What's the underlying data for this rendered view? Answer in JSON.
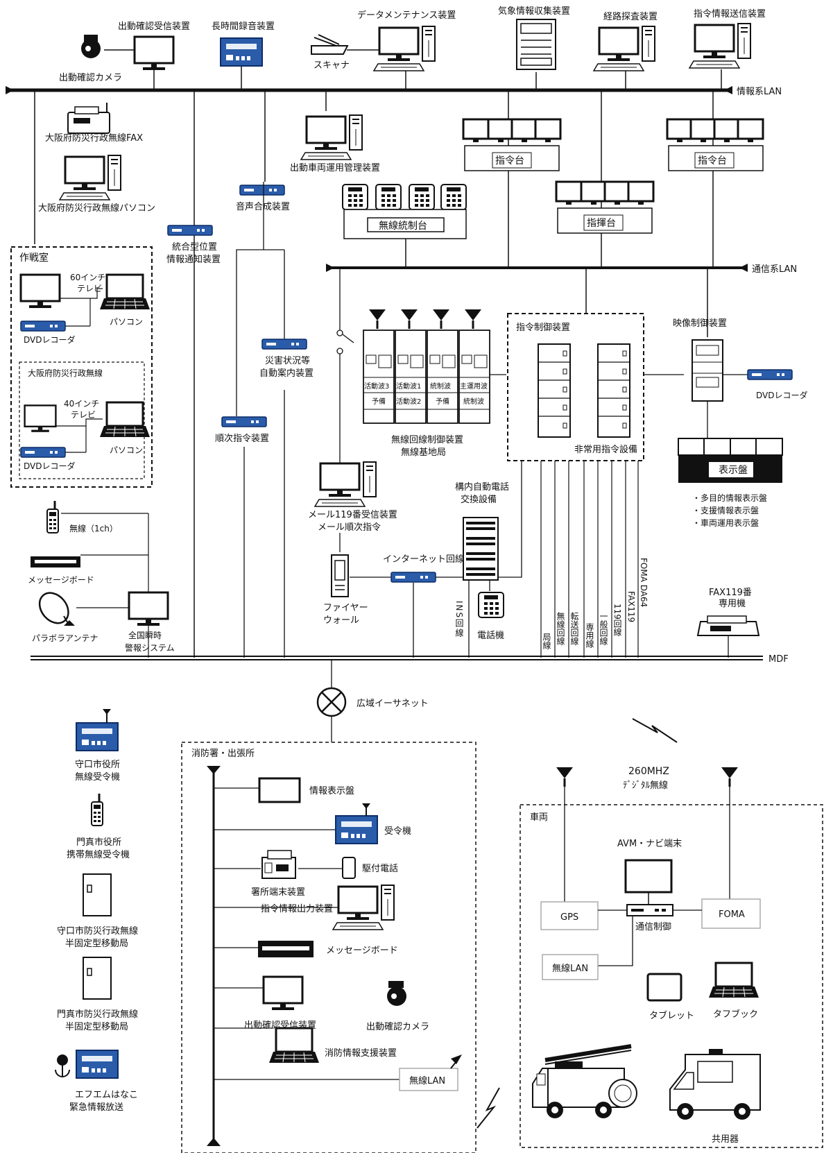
{
  "lan": {
    "info": "情報系LAN",
    "comm": "通信系LAN",
    "mdf": "MDF",
    "wide": "広域イーサネット"
  },
  "top": {
    "camera": "出動確認カメラ",
    "dispatch_receiver": "出動確認受信装置",
    "long_recorder": "長時間録音装置",
    "data_maintenance": "データメンテナンス装置",
    "scanner": "スキャナ",
    "weather": "気象情報収集装置",
    "route": "経路探査装置",
    "command_sender": "指令情報送信装置"
  },
  "mid": {
    "osaka_fax": "大阪府防災行政無線FAX",
    "osaka_pc": "大阪府防災行政無線パソコン",
    "integrated_position_1": "統合型位置",
    "integrated_position_2": "情報通知装置",
    "voice_synth": "音声合成装置",
    "vehicle_mgmt": "出動車両運用管理装置",
    "radio_console": "無線統制台",
    "command_desk": "指令台",
    "command_desk2": "指令台",
    "commander_desk": "指揮台"
  },
  "ops": {
    "title": "作戦室",
    "tv60_1": "60インチ",
    "tv60_2": "テレビ",
    "pc": "パソコン",
    "dvd": "DVDレコーダ",
    "osaka_title": "大阪府防災行政無線",
    "tv40_1": "40インチ",
    "tv40_2": "テレビ",
    "pc2": "パソコン",
    "dvd2": "DVDレコーダ"
  },
  "radio": {
    "auto_guide_1": "災害状況等",
    "auto_guide_2": "自動案内装置",
    "sequential": "順次指令装置",
    "rack_labels": [
      "活動波3",
      "活動波1",
      "統制波",
      "主運用波"
    ],
    "rack_sub": [
      "予備",
      "活動波2",
      "予備",
      "統制波"
    ],
    "control_1": "無線回線制御装置",
    "control_2": "無線基地局",
    "command_control": "指令制御装置",
    "emergency": "非常用指令設備",
    "video_control": "映像制御装置",
    "dvd": "DVDレコーダ",
    "display": "表示盤",
    "display_items": [
      "・多目的情報表示盤",
      "・支援情報表示盤",
      "・車両運用表示盤"
    ]
  },
  "phone": {
    "mail_1": "メール119番受信装置",
    "mail_2": "メール順次指令",
    "pbx_1": "構内自動電話",
    "pbx_2": "交換設備",
    "internet": "インターネット回線",
    "firewall_1": "ファイヤー",
    "firewall_2": "ウォール",
    "ins": "INS回線",
    "telephone": "電話機",
    "lines": [
      "局線",
      "無線回線",
      "転送回線",
      "専用線",
      "一般回線",
      "119回線",
      "FAX119",
      "FOMA DA64"
    ],
    "fax119_1": "FAX119番",
    "fax119_2": "専用機"
  },
  "left": {
    "radio1ch": "無線（1ch）",
    "message_board": "メッセージボード",
    "parabola": "パラボラアンテナ",
    "jalert_1": "全国瞬時",
    "jalert_2": "警報システム",
    "moriguchi_rx_1": "守口市役所",
    "moriguchi_rx_2": "無線受令機",
    "kadoma_rx_1": "門真市役所",
    "kadoma_rx_2": "携帯無線受令機",
    "moriguchi_mobile_1": "守口市防災行政無線",
    "moriguchi_mobile_2": "半固定型移動局",
    "kadoma_mobile_1": "門真市防災行政無線",
    "kadoma_mobile_2": "半固定型移動局",
    "fm_1": "エフエムはなこ",
    "fm_2": "緊急情報放送"
  },
  "station": {
    "title": "消防署・出張所",
    "info_display": "情報表示盤",
    "receiver": "受令機",
    "terminal": "署所端末装置",
    "extra_phone": "駆付電話",
    "command_output": "指令情報出力装置",
    "message_board": "メッセージボード",
    "dispatch_receiver": "出動確認受信装置",
    "dispatch_camera": "出動確認カメラ",
    "support": "消防情報支援装置",
    "wlan": "無線LAN"
  },
  "vehicle": {
    "radio_1": "260MHZ",
    "radio_2": "ﾃﾞｼﾞﾀﾙ無線",
    "title": "車両",
    "avm": "AVM・ナビ端末",
    "gps": "GPS",
    "foma": "FOMA",
    "comm": "通信制御",
    "wlan": "無線LAN",
    "tablet": "タブレット",
    "toughbook": "タフブック",
    "shared": "共用器"
  }
}
